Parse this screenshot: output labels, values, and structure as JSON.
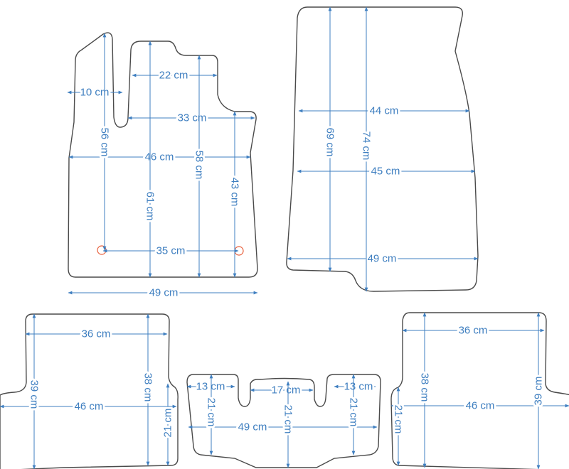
{
  "colors": {
    "dimension": "#3f7fc0",
    "outline": "#4a4a4a",
    "fixing_hole": "#e8603c"
  },
  "mats": [
    {
      "name": "front-left-mat",
      "labels": [
        "10 cm",
        "22 cm",
        "33 cm",
        "46 cm",
        "35 cm",
        "49 cm",
        "56 cm",
        "61 cm",
        "58 cm",
        "43 cm"
      ],
      "fixing_holes": 2
    },
    {
      "name": "front-right-mat",
      "labels": [
        "44 cm",
        "45 cm",
        "49 cm",
        "69 cm",
        "74 cm"
      ]
    },
    {
      "name": "rear-left-mat",
      "labels": [
        "36 cm",
        "46 cm",
        "39 cm",
        "38 cm",
        "21 cm"
      ]
    },
    {
      "name": "rear-center-mat",
      "labels": [
        "13 cm",
        "17 cm",
        "13 cm",
        "49 cm",
        "21 cm",
        "21 cm",
        "21 cm"
      ]
    },
    {
      "name": "rear-right-mat",
      "labels": [
        "36 cm",
        "46 cm",
        "38 cm",
        "39 cm",
        "21 cm"
      ]
    }
  ]
}
